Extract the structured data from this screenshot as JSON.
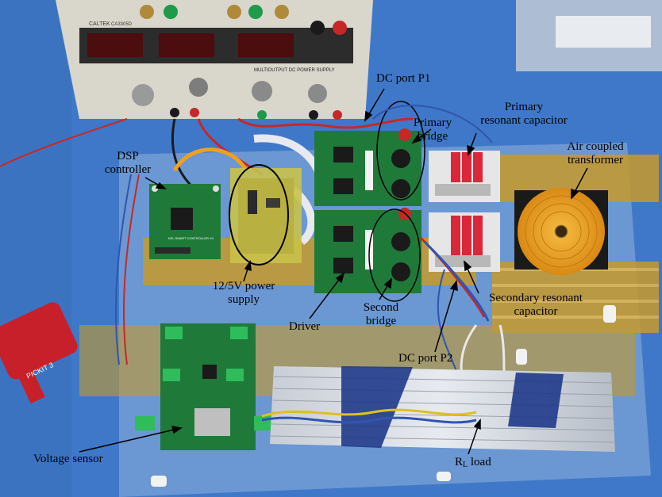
{
  "equipment": {
    "power_supply_brand": "CALTEK",
    "power_supply_model": "CA3305D",
    "power_supply_panel": "MULTIOUTPUT DC POWER SUPPLY",
    "programmer_label": "PICKIT 3",
    "dsp_board_label": "KEL SMART CONTROLLER V4"
  },
  "labels": {
    "dc_port_p1": "DC port P1",
    "primary_resonant_capacitor_l1": "Primary",
    "primary_resonant_capacitor_l2": "resonant capacitor",
    "primary_bridge_l1": "Primary",
    "primary_bridge_l2": "bridge",
    "air_coupled_transformer_l1": "Air coupled",
    "air_coupled_transformer_l2": "transformer",
    "dsp_controller_l1": "DSP",
    "dsp_controller_l2": "controller",
    "power_supply_l1": "12/5V power",
    "power_supply_l2": "supply",
    "driver": "Driver",
    "second_bridge_l1": "Second",
    "second_bridge_l2": "bridge",
    "secondary_resonant_capacitor_l1": "Secondary resonant",
    "secondary_resonant_capacitor_l2": "capacitor",
    "dc_port_p2": "DC port P2",
    "voltage_sensor": "Voltage sensor",
    "load_symbol": "R",
    "load_subscript": "L",
    "load_word": " load"
  },
  "colors": {
    "table_blue": "#3f78c8",
    "pcb_green": "#1f7a3a",
    "kapton": "#c89a2a",
    "coil_copper": "#e8a020",
    "capacitor_red": "#d8283a"
  }
}
